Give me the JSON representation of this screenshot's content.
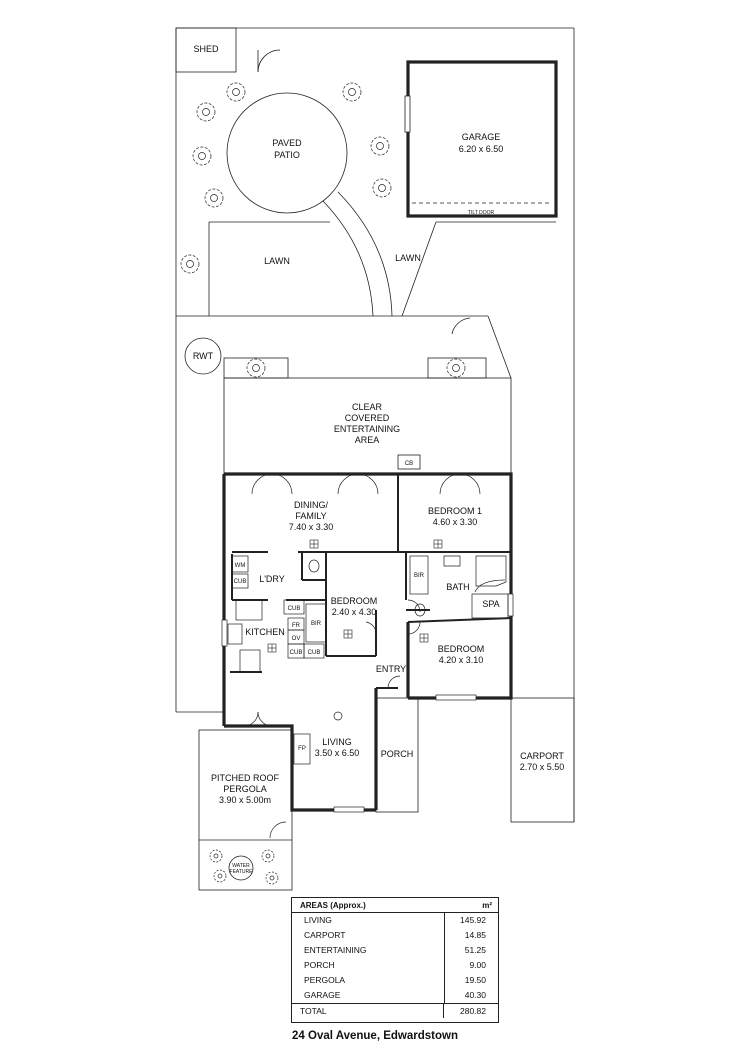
{
  "plan": {
    "address": "24 Oval Avenue, Edwardstown",
    "labels": {
      "shed": "SHED",
      "paved_patio_1": "PAVED",
      "paved_patio_2": "PATIO",
      "garage": "GARAGE",
      "garage_size": "6.20 x 6.50",
      "tilt_door": "TILT DOOR",
      "lawn_left": "LAWN",
      "lawn_right": "LAWN",
      "rwt": "RWT",
      "entertaining_1": "CLEAR",
      "entertaining_2": "COVERED",
      "entertaining_3": "ENTERTAINING",
      "entertaining_4": "AREA",
      "cb": "CB",
      "dining_1": "DINING/",
      "dining_2": "FAMILY",
      "dining_size": "7.40 x 3.30",
      "bedroom1": "BEDROOM 1",
      "bedroom1_size": "4.60 x 3.30",
      "wm": "WM",
      "cub_laundry": "CUB",
      "laundry": "L'DRY",
      "bedroom_mid": "BEDROOM",
      "bedroom_mid_size": "2.40 x 4.30",
      "bir_mid": "BIR",
      "bir_right": "BIR",
      "bath": "BATH",
      "spa": "SPA",
      "cub_k1": "CUB",
      "fr": "FR",
      "ov": "OV",
      "cub_k2": "CUB",
      "cub_k3": "CUB",
      "kitchen": "KITCHEN",
      "bedroom2": "BEDROOM",
      "bedroom2_size": "4.20 x 3.10",
      "entry": "ENTRY",
      "fp": "FP",
      "living": "LIVING",
      "living_size": "3.50 x 6.50",
      "porch": "PORCH",
      "carport": "CARPORT",
      "carport_size": "2.70 x 5.50",
      "pergola_1": "PITCHED ROOF",
      "pergola_2": "PERGOLA",
      "pergola_size": "3.90 x 5.00m",
      "water_1": "WATER",
      "water_2": "FEATURE"
    }
  },
  "areas_table": {
    "title": "AREAS   (Approx.)",
    "unit": "m²",
    "rows": [
      {
        "name": "LIVING",
        "value": "145.92"
      },
      {
        "name": "CARPORT",
        "value": "14.85"
      },
      {
        "name": "ENTERTAINING",
        "value": "51.25"
      },
      {
        "name": "PORCH",
        "value": "9.00"
      },
      {
        "name": "PERGOLA",
        "value": "19.50"
      },
      {
        "name": "GARAGE",
        "value": "40.30"
      }
    ],
    "total_label": "TOTAL",
    "total_value": "280.82"
  }
}
